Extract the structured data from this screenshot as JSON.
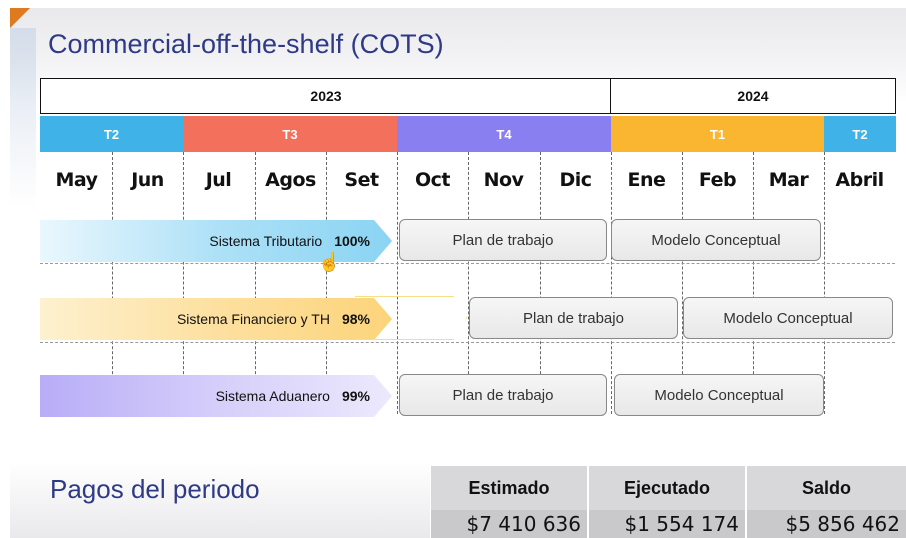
{
  "title": "Commercial-off-the-shelf (COTS)",
  "years": [
    "2023",
    "2024"
  ],
  "quarters": [
    "T2",
    "T3",
    "T4",
    "T1",
    "T2"
  ],
  "quarter_colors": [
    "#3fb3e8",
    "#f2705c",
    "#8a7ff0",
    "#fbb631",
    "#3fb3e8"
  ],
  "months": [
    "May",
    "Jun",
    "Jul",
    "Agos",
    "Set",
    "Oct",
    "Nov",
    "Dic",
    "Ene",
    "Feb",
    "Mar",
    "Abril"
  ],
  "rows": [
    {
      "system": "Sistema Tributario",
      "percent": "100%",
      "color": "#7fd0f2",
      "plan": "Plan de trabajo",
      "model": "Modelo Conceptual"
    },
    {
      "system": "Sistema Financiero y TH",
      "percent": "98%",
      "color": "#fcd779",
      "plan": "Plan de trabajo",
      "model": "Modelo Conceptual"
    },
    {
      "system": "Sistema Aduanero",
      "percent": "99%",
      "color": "#a99bf5",
      "plan": "Plan de trabajo",
      "model": "Modelo Conceptual"
    }
  ],
  "payments": {
    "title": "Pagos del periodo",
    "headers": [
      "Estimado",
      "Ejecutado",
      "Saldo"
    ],
    "values": [
      "$7 410 636",
      "$1 554 174",
      "$5 856 462"
    ]
  }
}
